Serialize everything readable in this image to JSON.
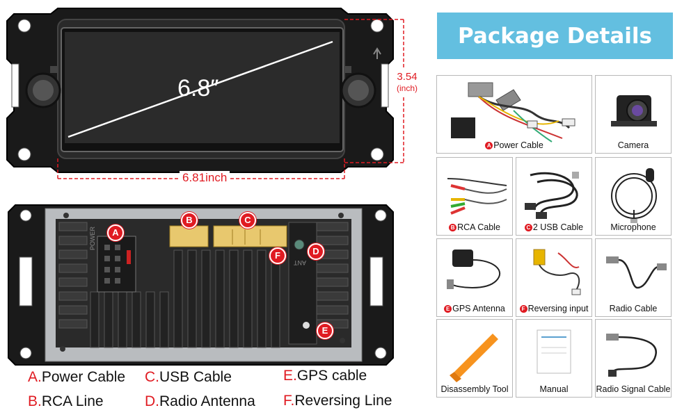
{
  "front": {
    "screen_size": "6.8″",
    "height_value": "3.54",
    "height_unit": "(inch)",
    "width_label": "6.81inch"
  },
  "back": {
    "markers": [
      "A",
      "B",
      "C",
      "D",
      "E",
      "F"
    ],
    "power_text": "POWER",
    "ant_text": "ANT"
  },
  "legend": [
    {
      "letter": "A.",
      "text": "Power Cable"
    },
    {
      "letter": "C.",
      "text": "USB Cable"
    },
    {
      "letter": "E.",
      "text": "GPS cable"
    },
    {
      "letter": "B.",
      "text": "RCA Line"
    },
    {
      "letter": "D.",
      "text": "Radio Antenna"
    },
    {
      "letter": "F.",
      "text": "Reversing Line"
    }
  ],
  "package": {
    "title": "Package Details",
    "items": [
      {
        "badge": "A",
        "label": "Power Cable",
        "icon": "power-cable-icon"
      },
      {
        "badge": "",
        "label": "Camera",
        "icon": "camera-icon"
      },
      {
        "badge": "B",
        "label": "RCA Cable",
        "icon": "rca-cable-icon"
      },
      {
        "badge": "C",
        "label": "2 USB Cable",
        "icon": "usb-cable-icon"
      },
      {
        "badge": "",
        "label": "Microphone",
        "icon": "microphone-icon"
      },
      {
        "badge": "E",
        "label": "GPS Antenna",
        "icon": "gps-antenna-icon"
      },
      {
        "badge": "F",
        "label": "Reversing input",
        "icon": "reversing-input-icon"
      },
      {
        "badge": "",
        "label": "Radio Cable",
        "icon": "radio-cable-icon"
      },
      {
        "badge": "",
        "label": "Disassembly Tool",
        "icon": "disassembly-tool-icon"
      },
      {
        "badge": "",
        "label": "Manual",
        "icon": "manual-icon"
      },
      {
        "badge": "",
        "label": "Radio Signal Cable",
        "icon": "radio-signal-cable-icon"
      }
    ]
  },
  "colors": {
    "accent": "#63bfe0",
    "marker": "#e01b22",
    "dimension": "#e01b22",
    "border": "#b8b8b8"
  }
}
